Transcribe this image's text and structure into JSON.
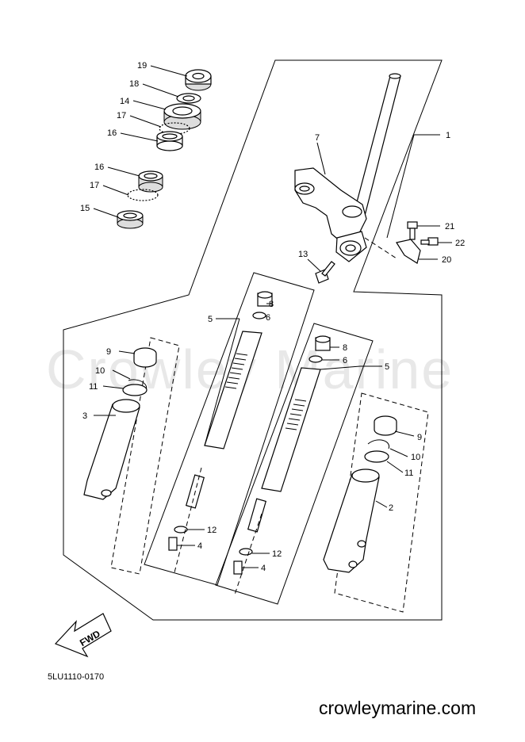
{
  "watermark": "Crowley Marine",
  "diagram_code": "5LU1110-0170",
  "site_url": "crowleymarine.com",
  "fwd_label": "FWD",
  "callouts": {
    "c19": "19",
    "c18": "18",
    "c14": "14",
    "c17a": "17",
    "c16a": "16",
    "c16b": "16",
    "c17b": "17",
    "c15": "15",
    "c7": "7",
    "c1": "1",
    "c21": "21",
    "c22": "22",
    "c20": "20",
    "c13": "13",
    "c5a": "5",
    "c8a": "8",
    "c6a": "6",
    "c9a": "9",
    "c10a": "10",
    "c11a": "11",
    "c3": "3",
    "c12a": "12",
    "c4a": "4",
    "c8b": "8",
    "c6b": "6",
    "c5b": "5",
    "c9b": "9",
    "c10b": "10",
    "c11b": "11",
    "c2": "2",
    "c12b": "12",
    "c4b": "4"
  }
}
